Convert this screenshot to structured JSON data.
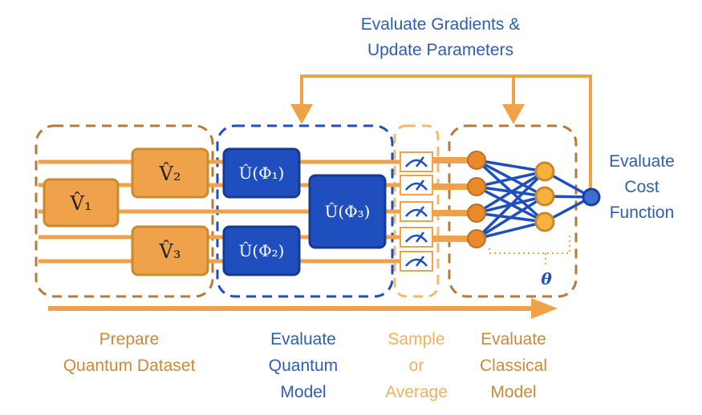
{
  "colors": {
    "orange": "#F0A24A",
    "orange_dark": "#C98A2E",
    "brown": "#B87A3A",
    "blue": "#1F4FBF",
    "blue_dark": "#1A3F9E",
    "light_orange": "#F5B96C",
    "text_brown": "#C98A3A",
    "text_blue": "#2E5FAE",
    "text_light_orange": "#F2B15C"
  },
  "feedback_label_line1": "Evaluate Gradients &",
  "feedback_label_line2": "Update Parameters",
  "cost_label_line1": "Evaluate",
  "cost_label_line2": "Cost",
  "cost_label_line3": "Function",
  "stage_labels": {
    "prepare": [
      "Prepare",
      "Quantum Dataset"
    ],
    "quantum": [
      "Evaluate",
      "Quantum",
      "Model"
    ],
    "sample": [
      "Sample",
      "or",
      "Average"
    ],
    "classical": [
      "Evaluate",
      "Classical",
      "Model"
    ]
  },
  "gates": {
    "v1": "V̂₁",
    "v2": "V̂₂",
    "v3": "V̂₃",
    "u1": "Û(Φ₁)",
    "u2": "Û(Φ₂)",
    "u3": "Û(Φ₃)"
  },
  "theta_label": "θ",
  "measurement_icon": "meter-icon"
}
